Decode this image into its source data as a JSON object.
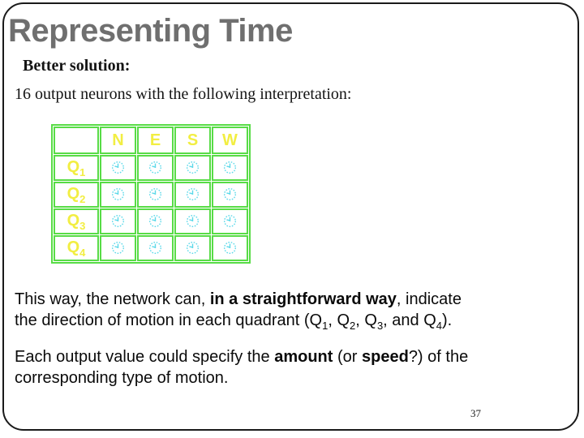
{
  "slide": {
    "title": "Representing Time",
    "page_number": "37"
  },
  "colors": {
    "title_gray": "#6f6f6f",
    "table_border_green": "#58dc46",
    "label_yellow": "#f2ee42",
    "clock_cyan": "#5cd9e9"
  },
  "content": {
    "subtitle": "Better solution:",
    "intro": "16 output neurons with the following interpretation:",
    "table": {
      "col_headers": [
        "N",
        "E",
        "S",
        "W"
      ],
      "row_headers": [
        {
          "base": "Q",
          "sub": "1"
        },
        {
          "base": "Q",
          "sub": "2"
        },
        {
          "base": "Q",
          "sub": "3"
        },
        {
          "base": "Q",
          "sub": "4"
        }
      ],
      "cell_icon": "clock-icon",
      "clock_cells_per_row": 4
    },
    "paragraph1": {
      "segments": [
        {
          "text": "This way, the network can, "
        },
        {
          "text": "in a straightforward way",
          "bold": true
        },
        {
          "text": ", indicate"
        },
        {
          "br": true
        },
        {
          "text": "the direction of motion in each quadrant (Q"
        },
        {
          "text": "1",
          "sub": true
        },
        {
          "text": ", Q"
        },
        {
          "text": "2",
          "sub": true
        },
        {
          "text": ", Q"
        },
        {
          "text": "3",
          "sub": true
        },
        {
          "text": ", and Q"
        },
        {
          "text": "4",
          "sub": true
        },
        {
          "text": ")."
        }
      ]
    },
    "paragraph2": {
      "segments": [
        {
          "text": "Each output value could specify the "
        },
        {
          "text": "amount",
          "bold": true
        },
        {
          "text": " (or "
        },
        {
          "text": "speed",
          "bold": true
        },
        {
          "text": "?) of the"
        },
        {
          "br": true
        },
        {
          "text": "corresponding type of motion."
        }
      ]
    }
  }
}
